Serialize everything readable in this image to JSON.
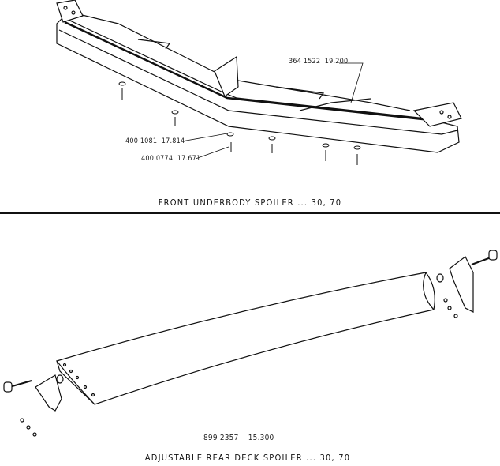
{
  "front": {
    "parts": [
      {
        "part_no": "364 1522",
        "ref": "19.200"
      },
      {
        "part_no": "400 1081",
        "ref": "17.814"
      },
      {
        "part_no": "400 0774",
        "ref": "17.671"
      }
    ],
    "title": "FRONT UNDERBODY SPOILER ... 30, 70"
  },
  "rear": {
    "part": {
      "part_no": "899 2357",
      "ref": "15.300"
    },
    "title": "ADJUSTABLE REAR DECK SPOILER ... 30, 70"
  }
}
